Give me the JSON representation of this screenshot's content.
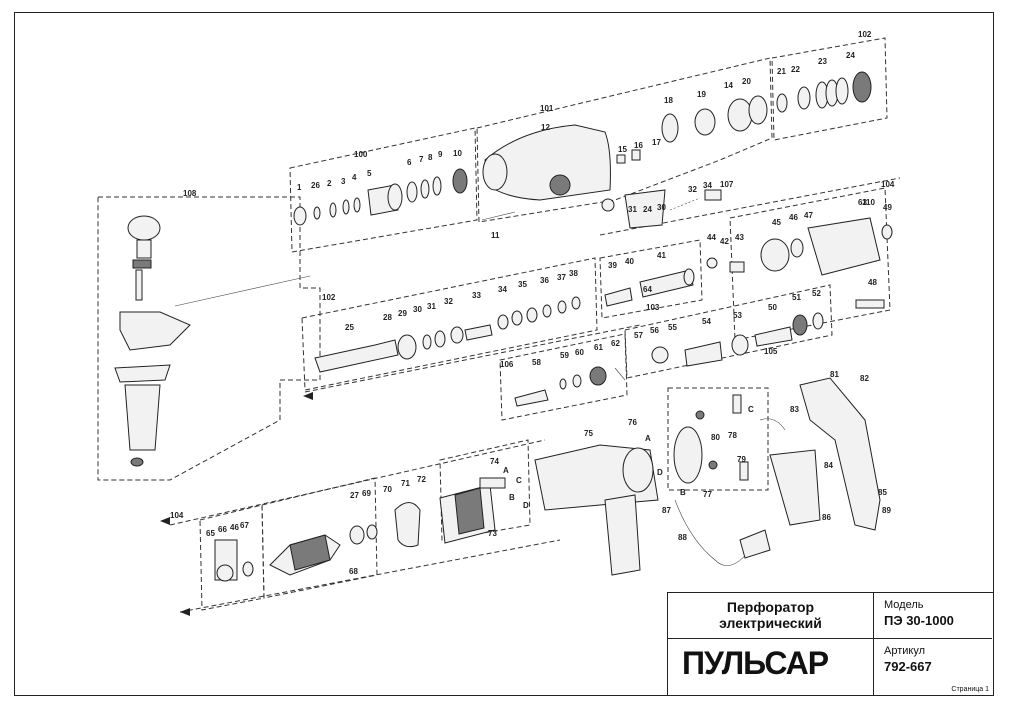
{
  "title_block": {
    "product_line1": "Перфоратор",
    "product_line2": "электрический",
    "brand": "ПУЛЬСАР",
    "model_label": "Модель",
    "model_value": "ПЭ 30-1000",
    "article_label": "Артикул",
    "article_value": "792-667",
    "page_label": "Страница 1"
  },
  "groups": {
    "g100": "100",
    "g101": "101",
    "g102a": "102",
    "g102b": "102",
    "g103": "103",
    "g104a": "104",
    "g104b": "104",
    "g105": "105",
    "g106": "106",
    "g107": "107",
    "g108": "108",
    "g68": "68",
    "g73": "73",
    "g77": "77"
  },
  "labels": {
    "row1": [
      "1",
      "26",
      "2",
      "3",
      "4",
      "5",
      "6",
      "7",
      "8",
      "9",
      "10"
    ],
    "housing": [
      "12",
      "11",
      "15",
      "16",
      "17",
      "18",
      "19",
      "14",
      "20",
      "21",
      "22",
      "23",
      "24",
      "24",
      "30",
      "32",
      "34",
      "31"
    ],
    "row2": [
      "25",
      "28",
      "29",
      "30",
      "31",
      "32",
      "33",
      "34",
      "35",
      "36",
      "37",
      "38",
      "39",
      "40",
      "41",
      "42",
      "43",
      "44",
      "45",
      "46",
      "47",
      "48",
      "49",
      "50",
      "51",
      "52",
      "53",
      "54",
      "55",
      "56",
      "57",
      "58",
      "59",
      "60",
      "61",
      "62",
      "63",
      "64",
      "110"
    ],
    "motor": [
      "65",
      "66",
      "46",
      "67",
      "27",
      "69",
      "70",
      "71",
      "72",
      "74",
      "75",
      "76",
      "78",
      "79",
      "80",
      "81",
      "82",
      "83",
      "84",
      "85",
      "86",
      "87",
      "88",
      "89",
      "A",
      "B",
      "C",
      "D",
      "A",
      "B",
      "C",
      "D"
    ]
  },
  "colors": {
    "line": "#222222",
    "fill": "#f2f2f2",
    "dark": "#7a7a7a"
  }
}
